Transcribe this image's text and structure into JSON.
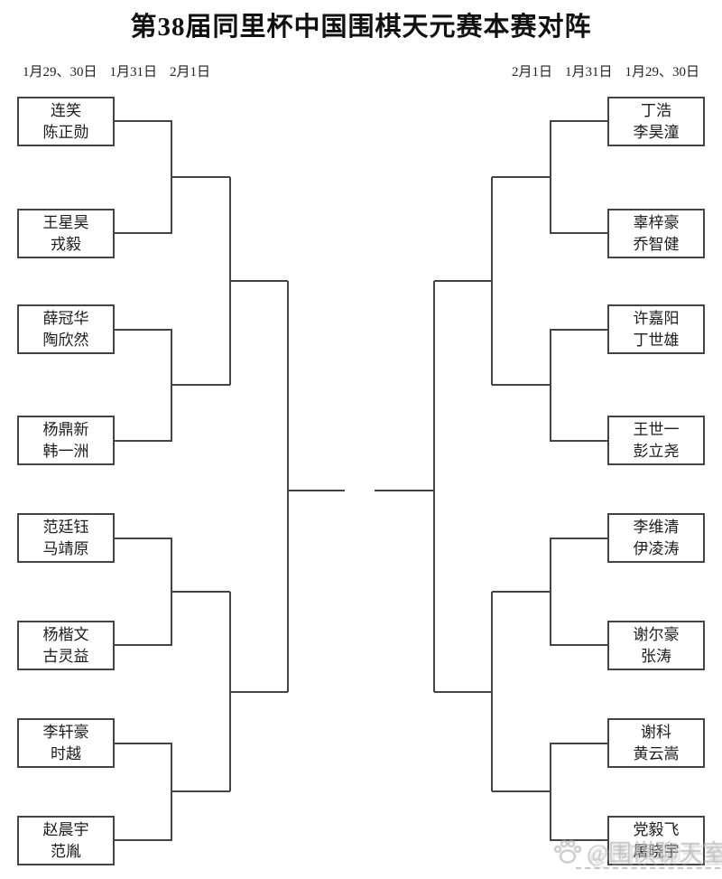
{
  "title": "第38届同里杯中国围棋天元赛本赛对阵",
  "schedule": {
    "left": [
      "1月29、30日",
      "1月31日",
      "2月1日"
    ],
    "right": [
      "2月1日",
      "1月31日",
      "1月29、30日"
    ]
  },
  "bracket": {
    "left": [
      {
        "p1": "连笑",
        "p2": "陈正勋"
      },
      {
        "p1": "王星昊",
        "p2": "戎毅"
      },
      {
        "p1": "薛冠华",
        "p2": "陶欣然"
      },
      {
        "p1": "杨鼎新",
        "p2": "韩一洲"
      },
      {
        "p1": "范廷钰",
        "p2": "马靖原"
      },
      {
        "p1": "杨楷文",
        "p2": "古灵益"
      },
      {
        "p1": "李轩豪",
        "p2": "时越"
      },
      {
        "p1": "赵晨宇",
        "p2": "范胤"
      }
    ],
    "right": [
      {
        "p1": "丁浩",
        "p2": "李昊潼"
      },
      {
        "p1": "辜梓豪",
        "p2": "乔智健"
      },
      {
        "p1": "许嘉阳",
        "p2": "丁世雄"
      },
      {
        "p1": "王世一",
        "p2": "彭立尧"
      },
      {
        "p1": "李维清",
        "p2": "伊凌涛"
      },
      {
        "p1": "谢尔豪",
        "p2": "张涛"
      },
      {
        "p1": "谢科",
        "p2": "黄云嵩"
      },
      {
        "p1": "党毅飞",
        "p2": "屠晓宇"
      }
    ]
  },
  "watermark": {
    "icon": "paw-icon",
    "text": "@围棋聊天室"
  },
  "colors": {
    "line": "#444444",
    "text": "#1c1c1c",
    "watermark": "#b5b5b5"
  }
}
